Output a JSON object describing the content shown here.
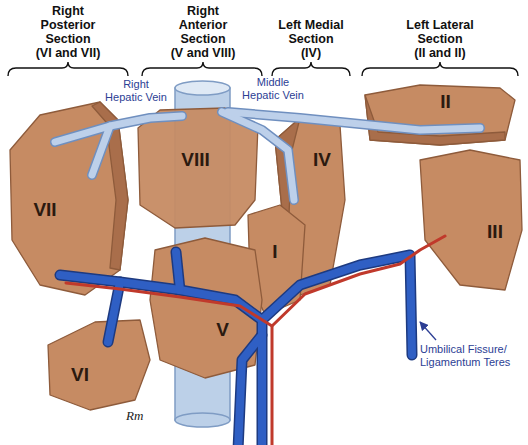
{
  "diagram": {
    "nodes": [
      {
        "text": [
          "VII"
        ]
      },
      {
        "text": [
          "VIII"
        ]
      },
      {
        "text": [
          "IV"
        ]
      },
      {
        "text": [
          "II"
        ]
      },
      {
        "text": [
          "VI"
        ]
      },
      {
        "text": [
          "I"
        ]
      },
      {
        "text": [
          "III"
        ]
      },
      {
        "text": [
          "V"
        ]
      }
    ],
    "labels": [
      "Right Posterior Section",
      "(VI and VII)",
      "Right Anterior Section",
      "(V and VIII)",
      "Left Medial Section",
      "(IV)",
      "Left Lateral Section",
      "(II and II)",
      "Right Hepatic Vein",
      "Middle Hepatic Vein",
      "Umbilical Fissure/ Ligamentum Teres",
      "Rm"
    ]
  }
}
